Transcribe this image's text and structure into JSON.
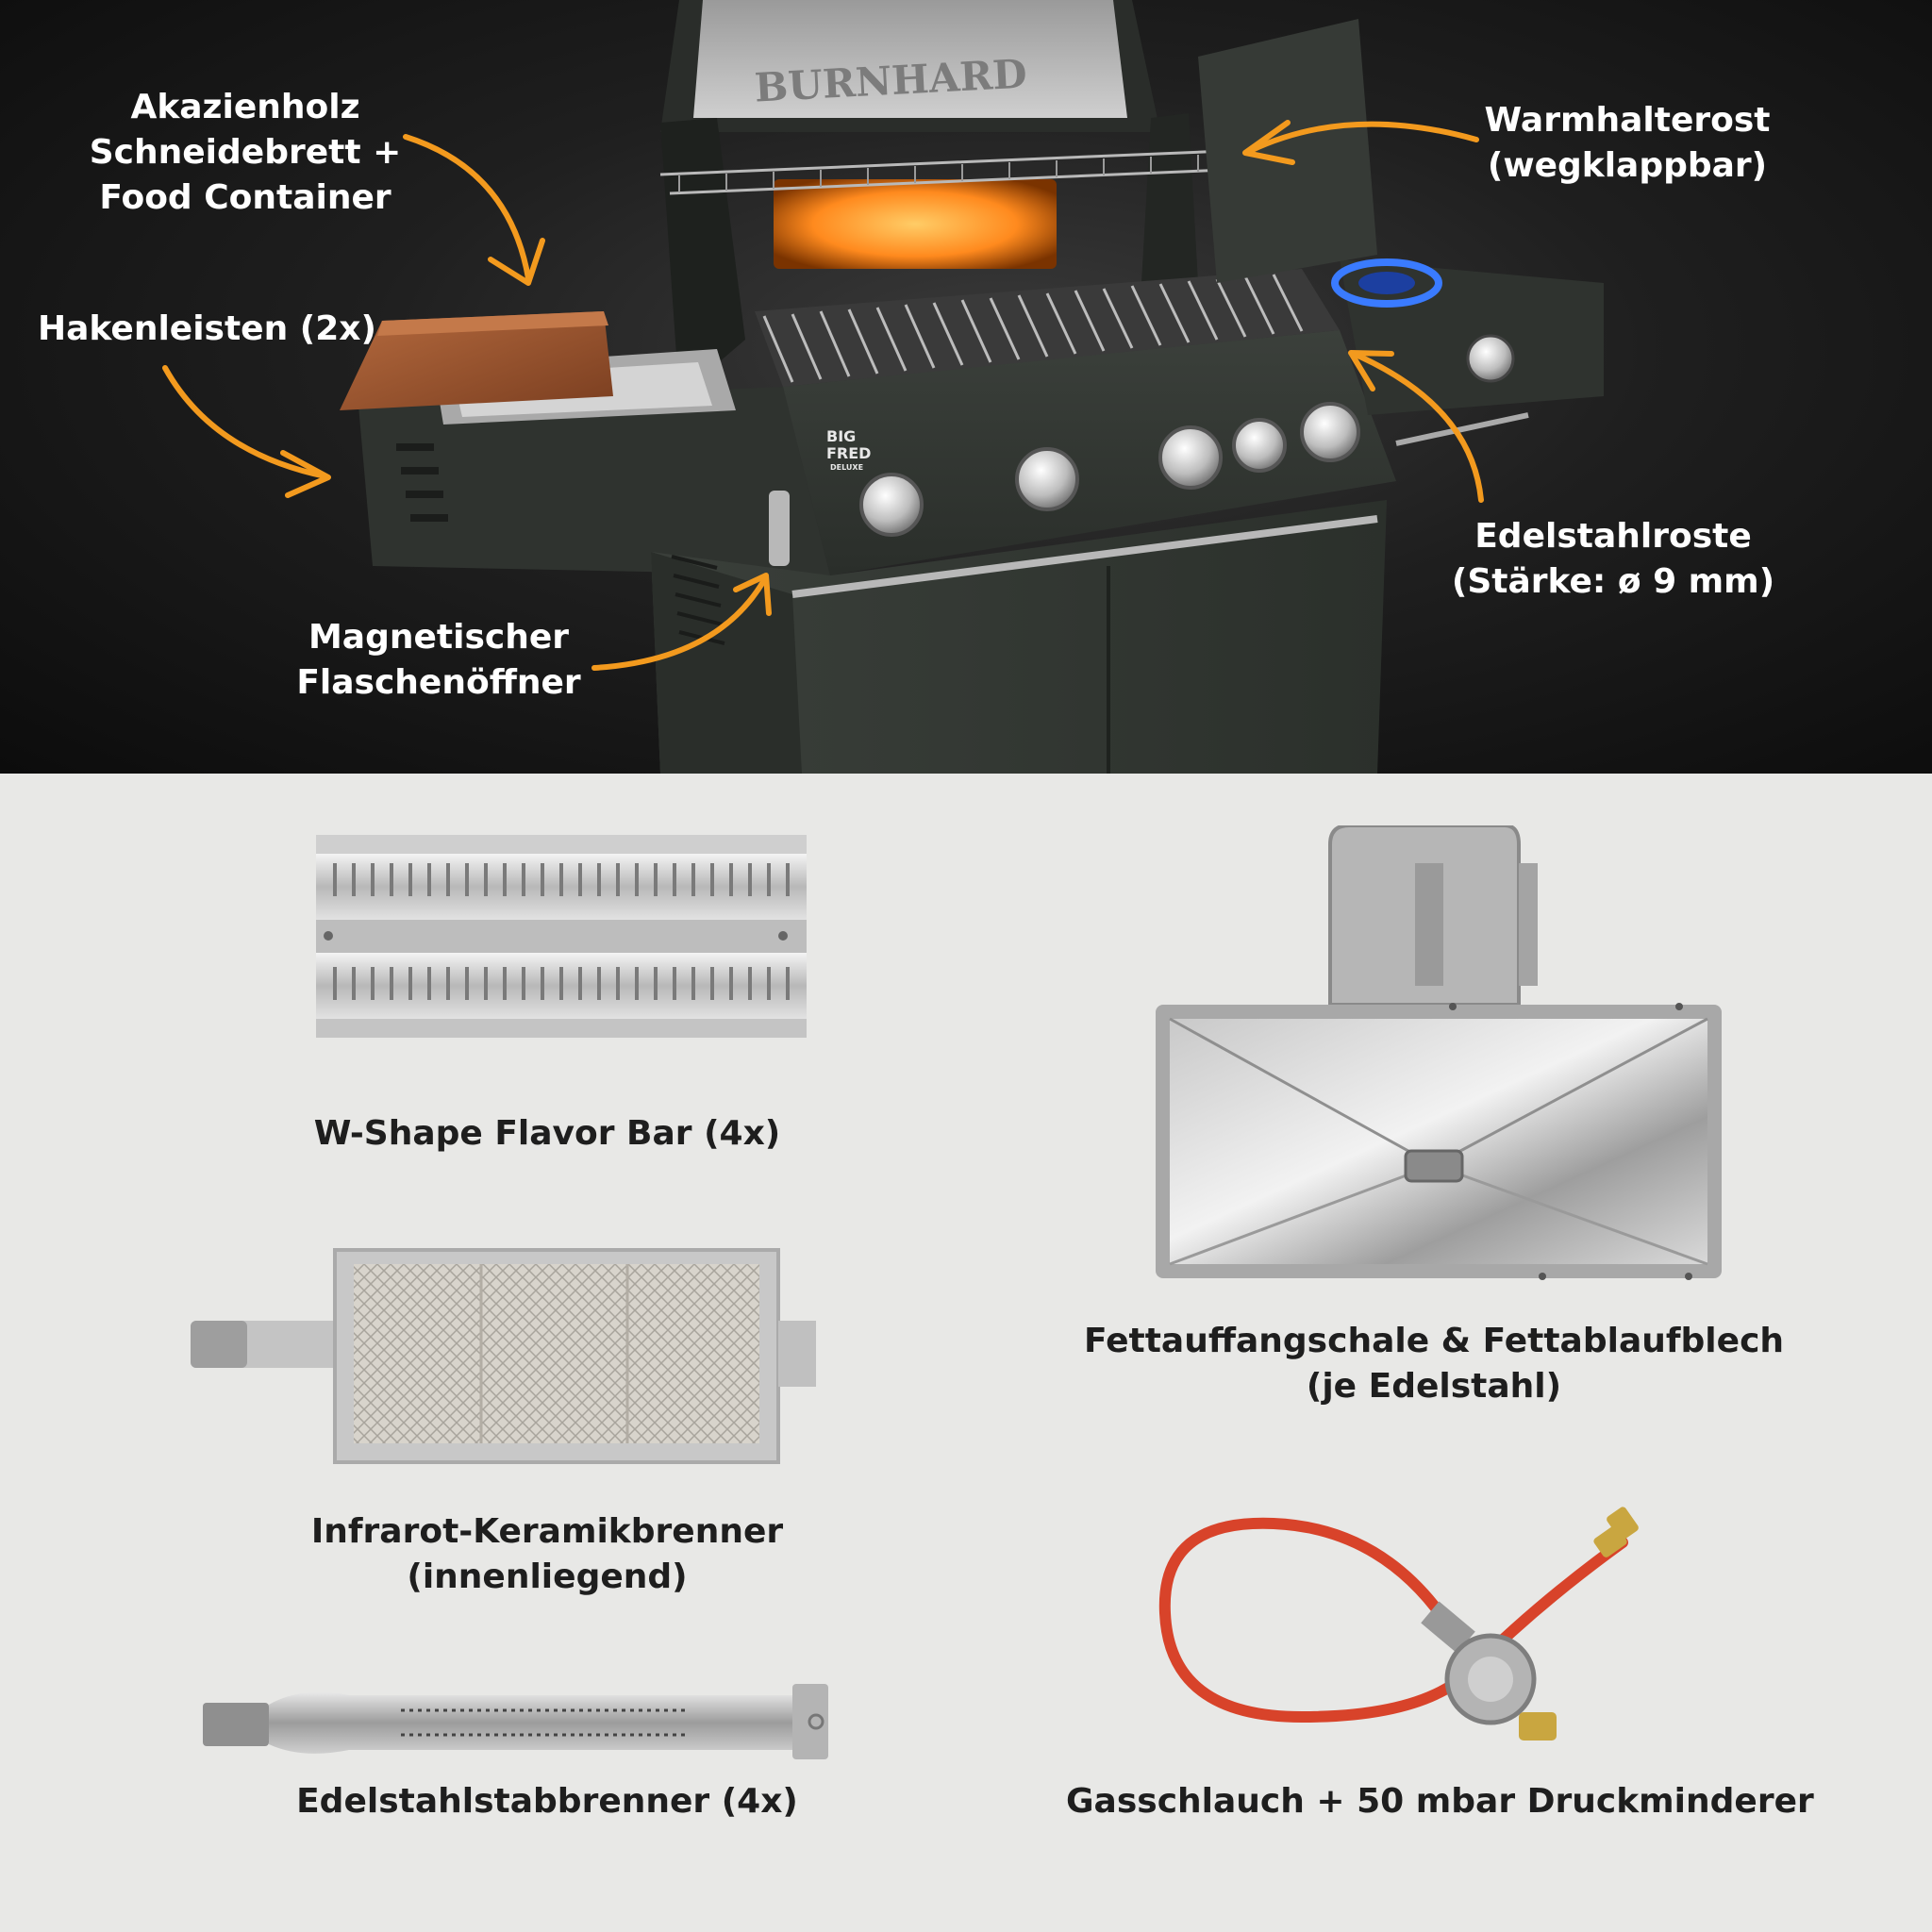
{
  "colors": {
    "accent_arrow": "#f39a1e",
    "top_background": "#161616",
    "bottom_background": "#e8e8e6",
    "text_light": "#ffffff",
    "text_dark": "#1e1e1e",
    "hose_red": "#d8432a",
    "wood": "#9a5230",
    "flame_blue": "#3a7bff",
    "glow_orange": "#ffb34a"
  },
  "grill": {
    "brand_lid": "BURNHARD",
    "model_badge": [
      "BIG",
      "FRED",
      "DELUXE"
    ]
  },
  "callouts": {
    "cutting_board": [
      "Akazienholz",
      "Schneidebrett +",
      "Food Container"
    ],
    "hook_rails": [
      "Hakenleisten (2x)"
    ],
    "bottle_opener": [
      "Magnetischer",
      "Flaschenöffner"
    ],
    "warming_rack": [
      "Warmhalterost",
      "(wegklappbar)"
    ],
    "steel_grates": [
      "Edelstahlroste",
      "(Stärke: ø 9 mm)"
    ]
  },
  "parts": {
    "flavor_bar": [
      "W-Shape Flavor Bar (4x)"
    ],
    "infrared_burner": [
      "Infrarot-Keramikbrenner",
      "(innenliegend)"
    ],
    "rod_burner": [
      "Edelstahlstabbrenner (4x)"
    ],
    "drip_tray": [
      "Fettauffangschale & Fettablaufblech",
      "(je Edelstahl)"
    ],
    "gas_hose": [
      "Gasschlauch + 50 mbar Druckminderer"
    ]
  }
}
